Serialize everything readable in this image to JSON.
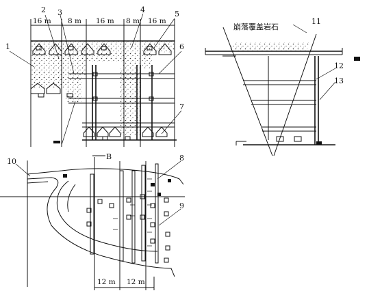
{
  "callouts": [
    "1",
    "2",
    "3",
    "4",
    "5",
    "6",
    "7",
    "8",
    "9",
    "10",
    "11",
    "12",
    "13"
  ],
  "dimensions_top": [
    "16 m",
    "8 m",
    "16 m",
    "8 m",
    "16 m"
  ],
  "dimensions_bottom": [
    "12 m",
    "12 m"
  ],
  "section_mark": "B",
  "caved_cover_label": "崩落覆盖岩石"
}
